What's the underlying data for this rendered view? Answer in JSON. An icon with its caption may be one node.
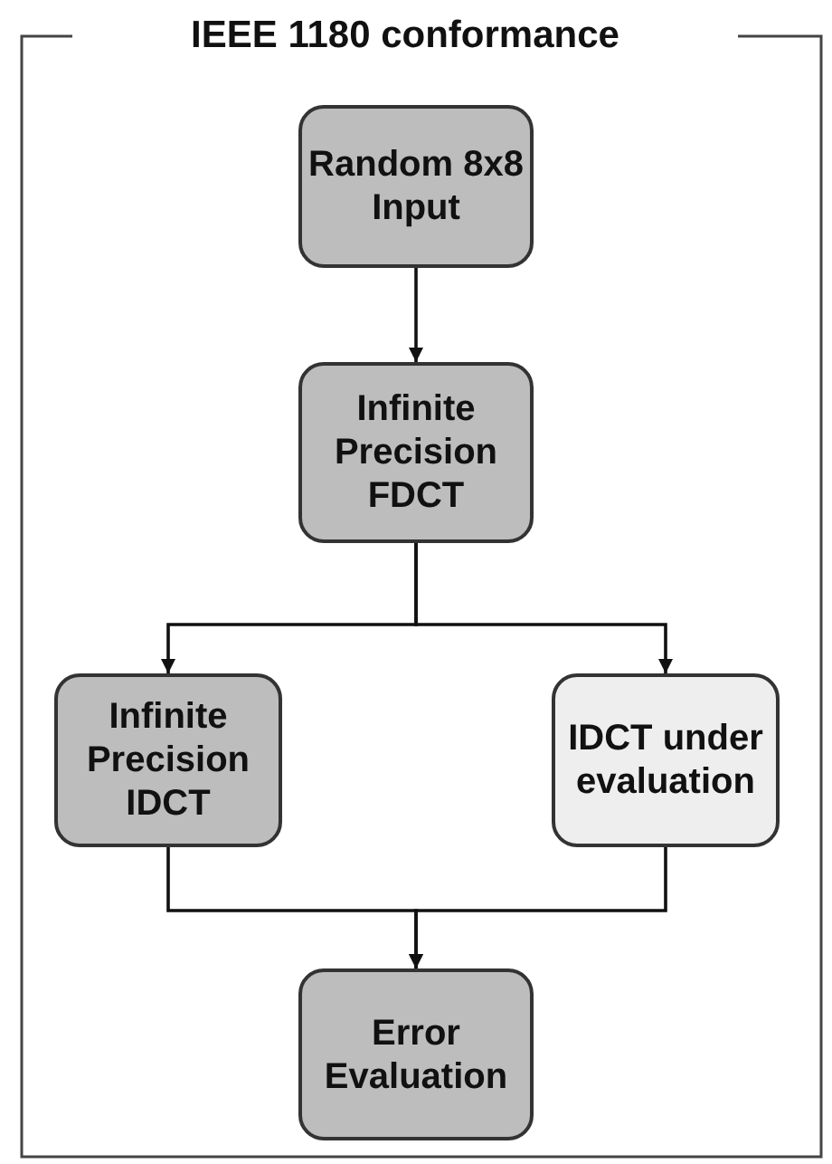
{
  "diagram": {
    "title": "IEEE 1180 conformance",
    "nodes": [
      {
        "text": [
          "Random 8x8 Input"
        ]
      },
      {
        "text": [
          "Infinite Precision FDCT"
        ]
      },
      {
        "text": [
          "Infinite Precision IDCT"
        ]
      },
      {
        "text": [
          "IDCT under evaluation"
        ]
      },
      {
        "text": [
          "Error Evaluation"
        ]
      }
    ],
    "edges": [
      {
        "from": 0,
        "to": 1,
        "arrow": "to"
      },
      {
        "from": 1,
        "to": 2,
        "arrow": "to"
      },
      {
        "from": 1,
        "to": 3,
        "arrow": "to"
      },
      {
        "from": 2,
        "to": 4,
        "arrow": "to"
      },
      {
        "from": 3,
        "to": 4,
        "arrow": "to"
      }
    ]
  }
}
